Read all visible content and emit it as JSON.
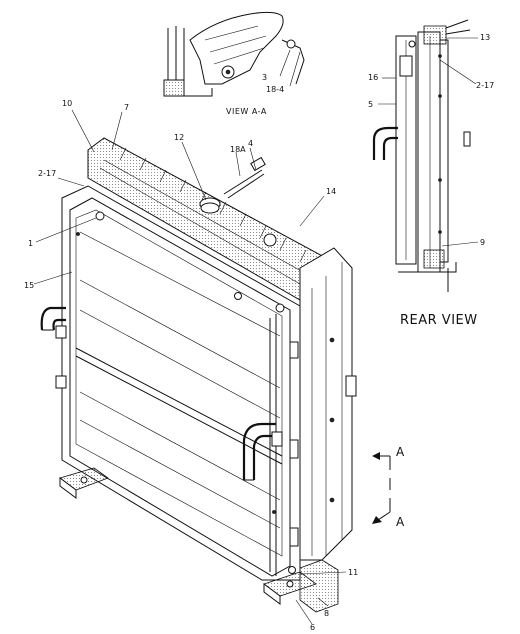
{
  "labels": {
    "view_a": "VIEW A-A",
    "rear_view": "REAR VIEW",
    "section_top": "A",
    "section_bottom": "A"
  },
  "callouts": {
    "c1": "1",
    "c2_17_main": "2-17",
    "c2_17_rear": "2-17",
    "c3": "3",
    "c4": "4",
    "c5": "5",
    "c6": "6",
    "c7": "7",
    "c8": "8",
    "c9": "9",
    "c10": "10",
    "c11": "11",
    "c12": "12",
    "c13": "13",
    "c14": "14",
    "c15": "15",
    "c16": "16",
    "c18_4": "18-4",
    "c18a": "18A"
  }
}
